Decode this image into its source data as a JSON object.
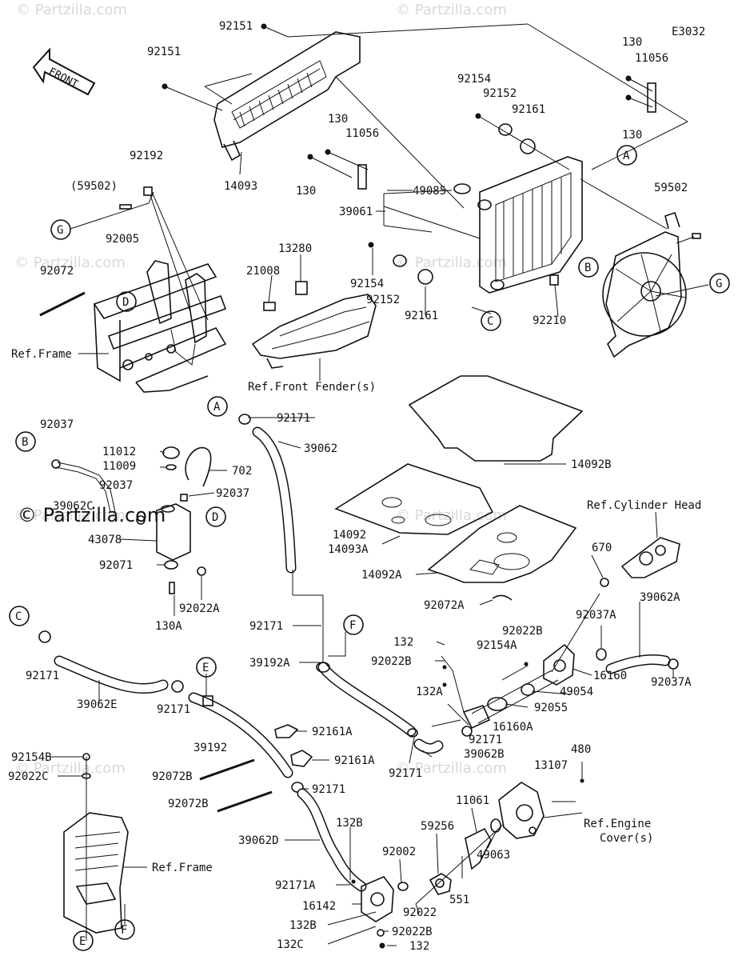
{
  "diagram_code": "E3032",
  "front_label": "FRONT",
  "watermark": "© Partzilla.com",
  "callouts": {
    "a": "A",
    "b": "B",
    "c": "C",
    "d": "D",
    "e": "E",
    "f": "F",
    "g": "G"
  },
  "refs": {
    "frame_top": "Ref.Frame",
    "front_fender": "Ref.Front Fender(s)",
    "cylinder_head": "Ref.Cylinder Head",
    "engine_cover_1": "Ref.Engine",
    "engine_cover_2": "Cover(s)",
    "frame_bottom": "Ref.Frame"
  },
  "parts": {
    "p92151a": "92151",
    "p92151b": "92151",
    "p14093": "14093",
    "p130a": "130",
    "p130b": "130",
    "p130c": "130",
    "p130d": "130",
    "p11056a": "11056",
    "p11056b": "11056",
    "p92154a": "92154",
    "p92152a": "92152",
    "p92161a": "92161",
    "p49085": "49085",
    "p39061": "39061",
    "p92154b": "92154",
    "p92152b": "92152",
    "p92161b": "92161",
    "p92210": "92210",
    "p59502": "59502",
    "p59502p": "(59502)",
    "p92192": "92192",
    "p92005": "92005",
    "p92072": "92072",
    "p21008": "21008",
    "p13280": "13280",
    "p92171a": "92171",
    "p39062": "39062",
    "p14092b": "14092B",
    "p92037a": "92037",
    "p11012": "11012",
    "p11009": "11009",
    "p702": "702",
    "p92037b": "92037",
    "p92037c": "92037",
    "p39062c": "39062C",
    "p43078": "43078",
    "p92071": "92071",
    "p92022a": "92022A",
    "p130aa": "130A",
    "p14092": "14092",
    "p14093a": "14093A",
    "p14092a": "14092A",
    "p92072a": "92072A",
    "p670": "670",
    "p39062a": "39062A",
    "p92037aa": "92037A",
    "p92037ab": "92037A",
    "p92171b": "92171",
    "p39192a": "39192A",
    "p132a": "132",
    "p92022b": "92022B",
    "p92022bb": "92022B",
    "p92154aa": "92154A",
    "p16160": "16160",
    "p49054": "49054",
    "p92055": "92055",
    "p132aa": "132A",
    "p16160a": "16160A",
    "p92171c": "92171",
    "p39062b": "39062B",
    "p92171d": "92171",
    "p92171e": "92171",
    "p39062e": "39062E",
    "p92171f": "92171",
    "p39192": "39192",
    "p92161aa": "92161A",
    "p92161ab": "92161A",
    "p92171g": "92171",
    "p92154ba": "92154B",
    "p92022c": "92022C",
    "p92072ba": "92072B",
    "p92072bb": "92072B",
    "p39062d": "39062D",
    "p132b": "132B",
    "p92002": "92002",
    "p59256": "59256",
    "p11061": "11061",
    "p13107": "13107",
    "p480": "480",
    "p49063": "49063",
    "p92171a2": "92171A",
    "p16142": "16142",
    "p92022": "92022",
    "p551": "551",
    "p132b2": "132B",
    "p92022b2": "92022B",
    "p132c": "132C",
    "p132c2": "132"
  }
}
